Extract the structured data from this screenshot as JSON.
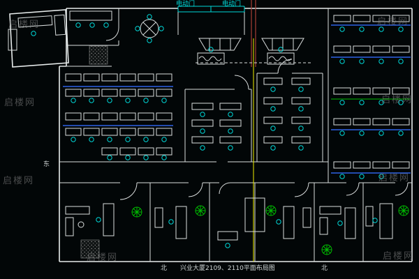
{
  "drawing": {
    "type": "floor-plan",
    "title": "兴业大厦2109、2110平面布局图"
  },
  "labels": {
    "door_left": "电动门",
    "door_right": "电动门",
    "east": "东",
    "bottom_north_left": "北",
    "bottom_north_right": "北",
    "title": "兴业大厦2109、2110平面布局图"
  },
  "watermark": {
    "text": "启楼网"
  },
  "colors": {
    "background": "#020607",
    "wall": "#d9dddd",
    "furniture_accent_cyan": "#00d8d8",
    "desk_row_blue": "#2e62e6",
    "grid_yellow": "#f0f000",
    "axis_red": "#9c3a33",
    "plant_green": "#00bd00",
    "watermark_gray": "#909090"
  }
}
